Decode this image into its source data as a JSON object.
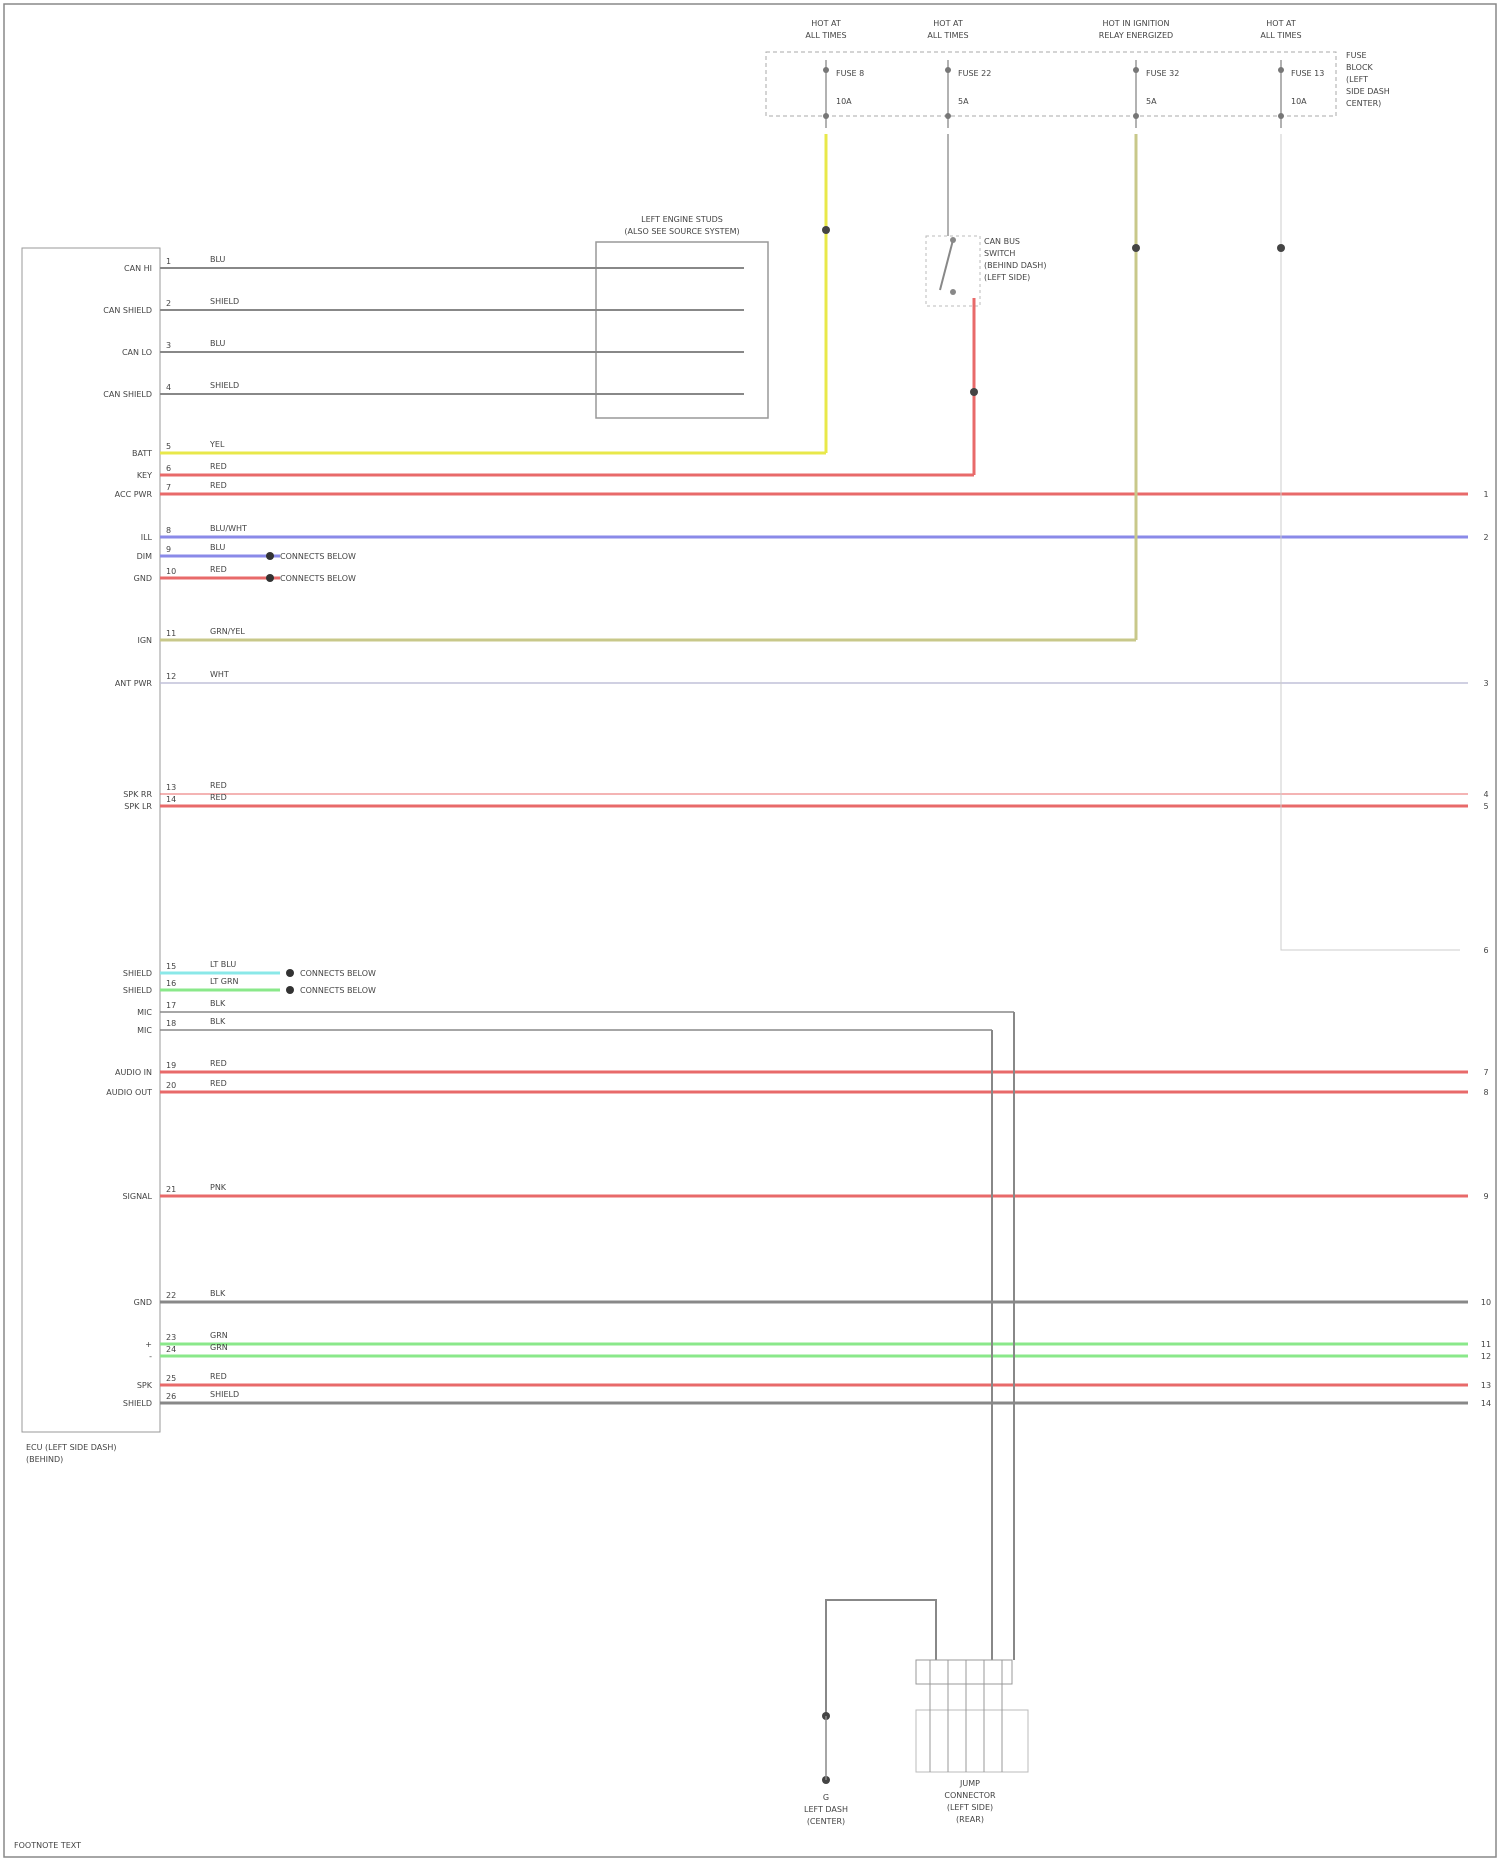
{
  "fuse_block": {
    "feeds": [
      {
        "top": "HOT AT",
        "sub": "ALL TIMES",
        "fuse": "FUSE 8",
        "amps": "10A"
      },
      {
        "top": "HOT AT",
        "sub": "ALL TIMES",
        "fuse": "FUSE 22",
        "amps": "5A"
      },
      {
        "top": "HOT IN IGNITION",
        "sub": "RELAY ENERGIZED",
        "fuse": "FUSE 32",
        "amps": "5A"
      },
      {
        "top": "HOT AT",
        "sub": "ALL TIMES",
        "fuse": "FUSE 13",
        "amps": "10A"
      }
    ],
    "label_lines": [
      "FUSE",
      "BLOCK",
      "(LEFT",
      "SIDE DASH",
      "CENTER)"
    ]
  },
  "left_module": {
    "label_lines": [
      "ECU (LEFT SIDE DASH)",
      "(BEHIND)"
    ],
    "rows": [
      {
        "pin": "CAN HI",
        "num": "1",
        "color": "#888888",
        "wire": "BLU"
      },
      {
        "pin": "CAN SHIELD",
        "num": "2",
        "color": "#888888",
        "wire": "SHIELD"
      },
      {
        "pin": "CAN LO",
        "num": "3",
        "color": "#888888",
        "wire": "BLU"
      },
      {
        "pin": "CAN SHIELD",
        "num": "4",
        "color": "#888888",
        "wire": "SHIELD"
      },
      {
        "pin": "BATT",
        "num": "5",
        "color": "#e8e84a",
        "wire": "YEL"
      },
      {
        "pin": "KEY",
        "num": "6",
        "color": "#e86a6a",
        "wire": "RED"
      },
      {
        "pin": "ACC PWR",
        "num": "7",
        "color": "#e86a6a",
        "wire": "RED"
      },
      {
        "pin": "ILL",
        "num": "8",
        "color": "#8a8ae8",
        "wire": "BLU/WHT"
      },
      {
        "pin": "DIM",
        "num": "9",
        "color": "#8a8ae8",
        "wire": "BLU"
      },
      {
        "pin": "GND",
        "num": "10",
        "color": "#e86a6a",
        "wire": "RED"
      },
      {
        "pin": "IGN",
        "num": "11",
        "color": "#c8c88a",
        "wire": "GRN/YEL"
      },
      {
        "pin": "ANT PWR",
        "num": "12",
        "color": "#c0c0d8",
        "wire": "WHT"
      },
      {
        "pin": "SPK RR",
        "num": "13",
        "color": "#e86a6a",
        "wire": "RED"
      },
      {
        "pin": "SPK LR",
        "num": "14",
        "color": "#e86a6a",
        "wire": "RED"
      },
      {
        "pin": "SHIELD",
        "num": "15",
        "color": "#8ae8e8",
        "wire": "LT BLU"
      },
      {
        "pin": "SHIELD",
        "num": "16",
        "color": "#8ae88a",
        "wire": "LT GRN"
      },
      {
        "pin": "MIC",
        "num": "17",
        "color": "#888888",
        "wire": "BLK"
      },
      {
        "pin": "MIC",
        "num": "18",
        "color": "#888888",
        "wire": "BLK"
      },
      {
        "pin": "AUDIO IN",
        "num": "19",
        "color": "#e86a6a",
        "wire": "RED"
      },
      {
        "pin": "AUDIO OUT",
        "num": "20",
        "color": "#e86a6a",
        "wire": "RED"
      },
      {
        "pin": "SIGNAL",
        "num": "21",
        "color": "#e86a6a",
        "wire": "PNK"
      },
      {
        "pin": "GND",
        "num": "22",
        "color": "#888888",
        "wire": "BLK"
      },
      {
        "pin": "+",
        "num": "23",
        "color": "#8ae88a",
        "wire": "GRN"
      },
      {
        "pin": "-",
        "num": "24",
        "color": "#8ae88a",
        "wire": "GRN"
      },
      {
        "pin": "SPK",
        "num": "25",
        "color": "#e86a6a",
        "wire": "RED"
      },
      {
        "pin": "SHIELD",
        "num": "26",
        "color": "#888888",
        "wire": "SHIELD"
      }
    ]
  },
  "splice_box": {
    "label_lines": [
      "LEFT ENGINE STUDS",
      "(ALSO SEE SOURCE SYSTEM)"
    ]
  },
  "switch": {
    "label_lines": [
      "CAN BUS",
      "SWITCH",
      "(BEHIND DASH)",
      "(LEFT SIDE)"
    ]
  },
  "jumpers": [
    "CONNECTS BELOW",
    "CONNECTS BELOW",
    "CONNECTS BELOW",
    "CONNECTS BELOW"
  ],
  "right_terminals": [
    "1",
    "2",
    "3",
    "4",
    "5",
    "6",
    "7",
    "8",
    "9",
    "10",
    "11",
    "12",
    "13",
    "14"
  ],
  "bottom": {
    "ground_label_lines": [
      "G",
      "LEFT DASH",
      "(CENTER)"
    ],
    "connector_label_lines": [
      "JUMP",
      "CONNECTOR",
      "(LEFT SIDE)",
      "(REAR)"
    ]
  },
  "footer_text": "FOOTNOTE TEXT"
}
